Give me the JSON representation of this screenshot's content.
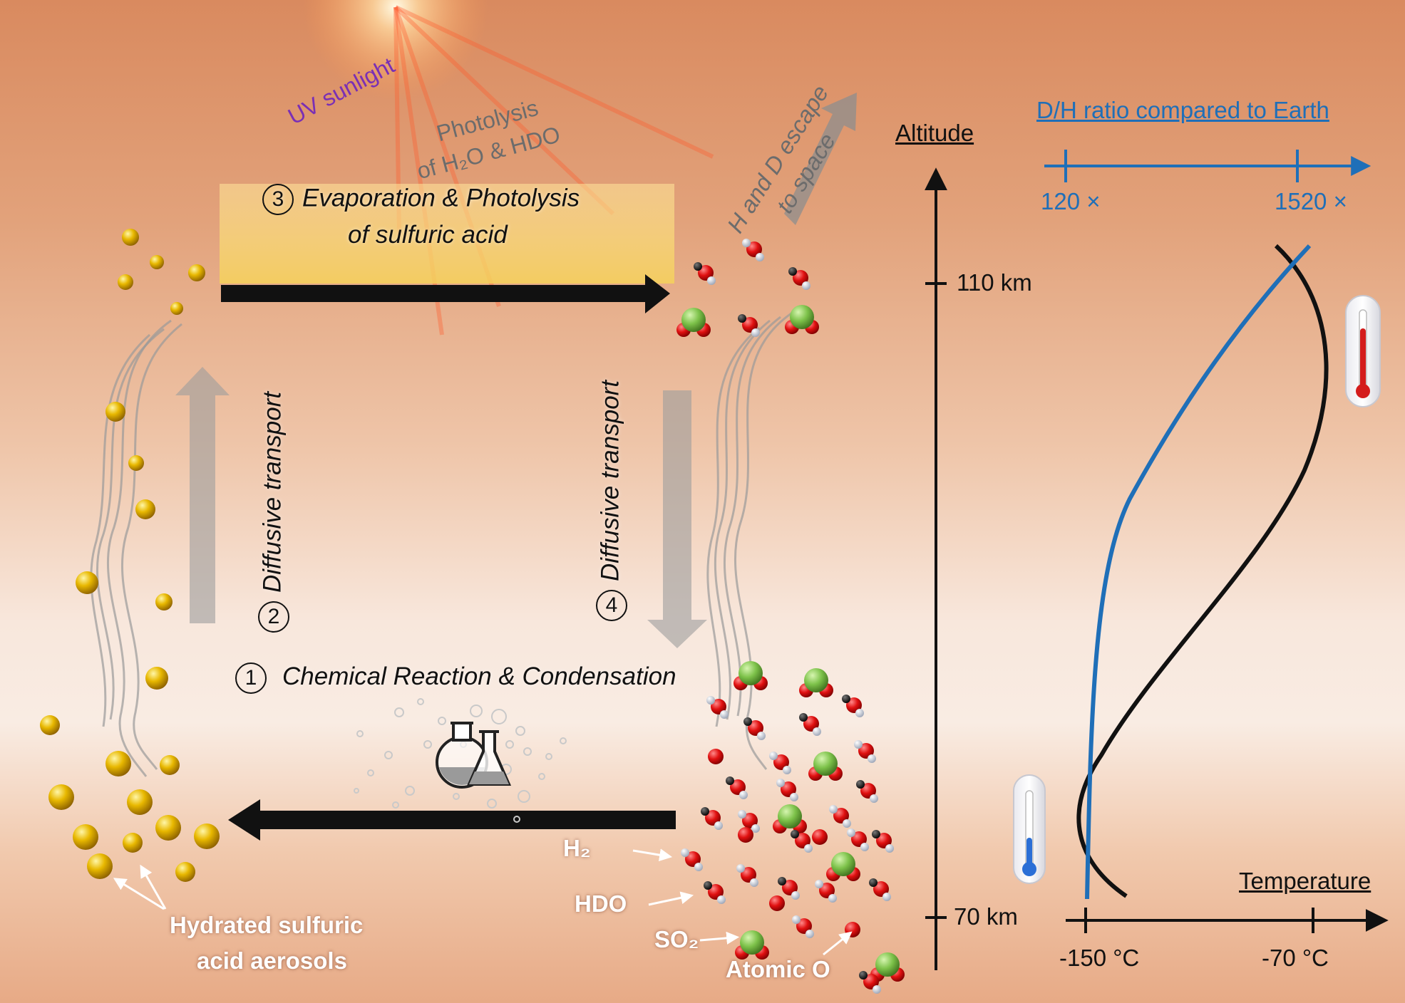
{
  "labels": {
    "uv_sunlight": "UV sunlight",
    "photolysis_line1": "Photolysis",
    "photolysis_line2": "of H₂O & HDO",
    "escape_line1": "H and D escape",
    "escape_line2": "to space",
    "step1_num": "1",
    "step1_text": "Chemical Reaction & Condensation",
    "step2_num": "2",
    "step2_text": "Diffusive transport",
    "step3_num": "3",
    "step3_line1": "Evaporation & Photolysis",
    "step3_line2": "of sulfuric acid",
    "step4_num": "4",
    "step4_text": "Diffusive transport",
    "h2": "H₂",
    "hdo": "HDO",
    "so2": "SO₂",
    "atomic_o": "Atomic O",
    "aerosols_line1": "Hydrated sulfuric",
    "aerosols_line2": "acid aerosols"
  },
  "altitude_axis": {
    "title": "Altitude",
    "ticks": [
      "110 km",
      "70 km"
    ]
  },
  "dh_axis": {
    "title": "D/H ratio compared to Earth",
    "ticks": [
      "120 ×",
      "1520 ×"
    ]
  },
  "temperature_axis": {
    "title": "Temperature",
    "ticks": [
      "-150 °C",
      "-70 °C"
    ]
  },
  "colors": {
    "dh_curve": "#1f6fb8",
    "temperature_curve": "#111111",
    "uv_text": "#7a2fb5",
    "aerosol": "#e6b400",
    "oxygen": "#d81414",
    "sulfur": "#7fc24a"
  },
  "icons": {
    "flask": "chemistry-flask-icon",
    "cold": "cold-thermometer-icon",
    "hot": "hot-thermometer-icon"
  }
}
